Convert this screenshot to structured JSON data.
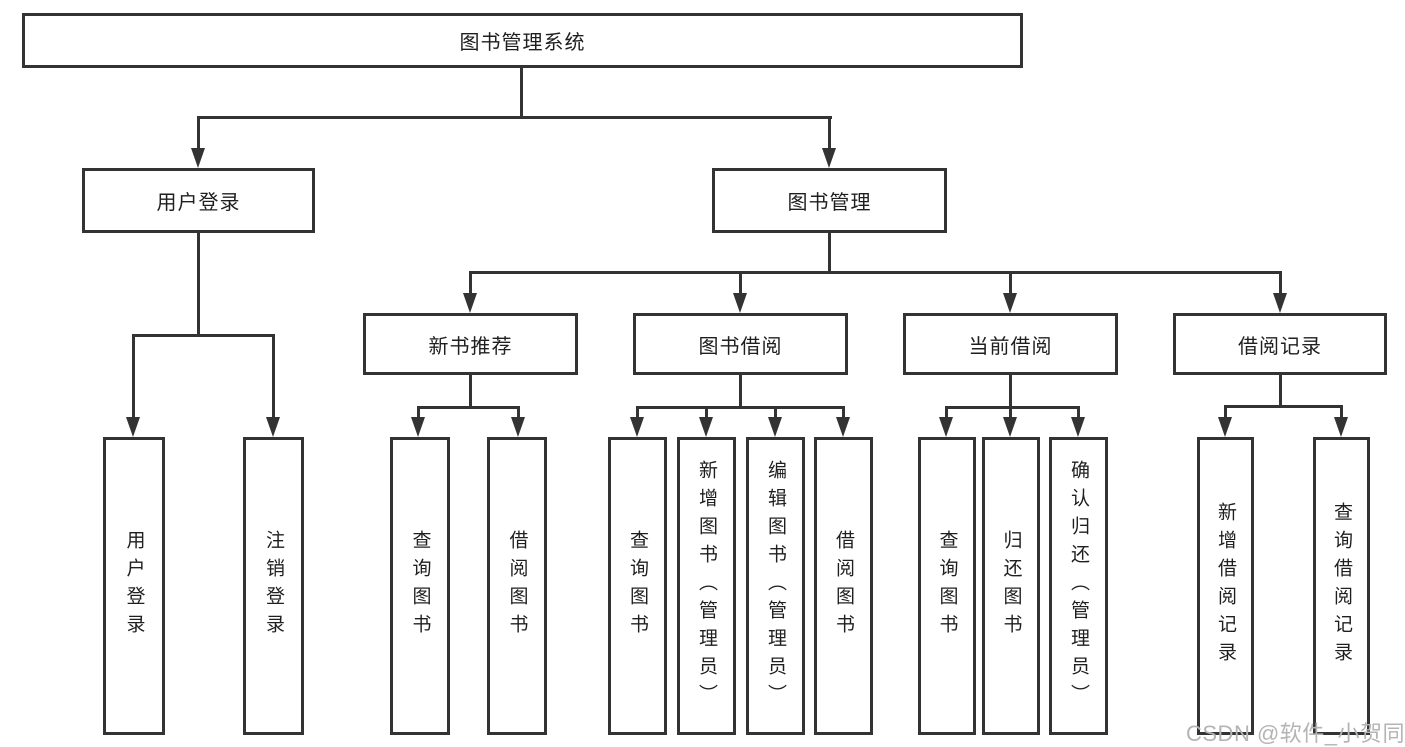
{
  "tree": {
    "root": "图书管理系统",
    "branches": [
      {
        "label": "用户登录",
        "children": [
          "用户登录",
          "注销登录"
        ]
      },
      {
        "label": "图书管理",
        "children": [
          {
            "label": "新书推荐",
            "children": [
              "查询图书",
              "借阅图书"
            ]
          },
          {
            "label": "图书借阅",
            "children": [
              "查询图书",
              "新增图书（管理员）",
              "编辑图书（管理员）",
              "借阅图书"
            ]
          },
          {
            "label": "当前借阅",
            "children": [
              "查询图书",
              "归还图书",
              "确认归还（管理员）"
            ]
          },
          {
            "label": "借阅记录",
            "children": [
              "新增借阅记录",
              "查询借阅记录"
            ]
          }
        ]
      }
    ]
  },
  "watermark": "CSDN @软件_小贺同学",
  "colors": {
    "line": "#333333",
    "text": "#1f1f1f",
    "watermark": "#b4b4b4",
    "background": "#ffffff"
  }
}
